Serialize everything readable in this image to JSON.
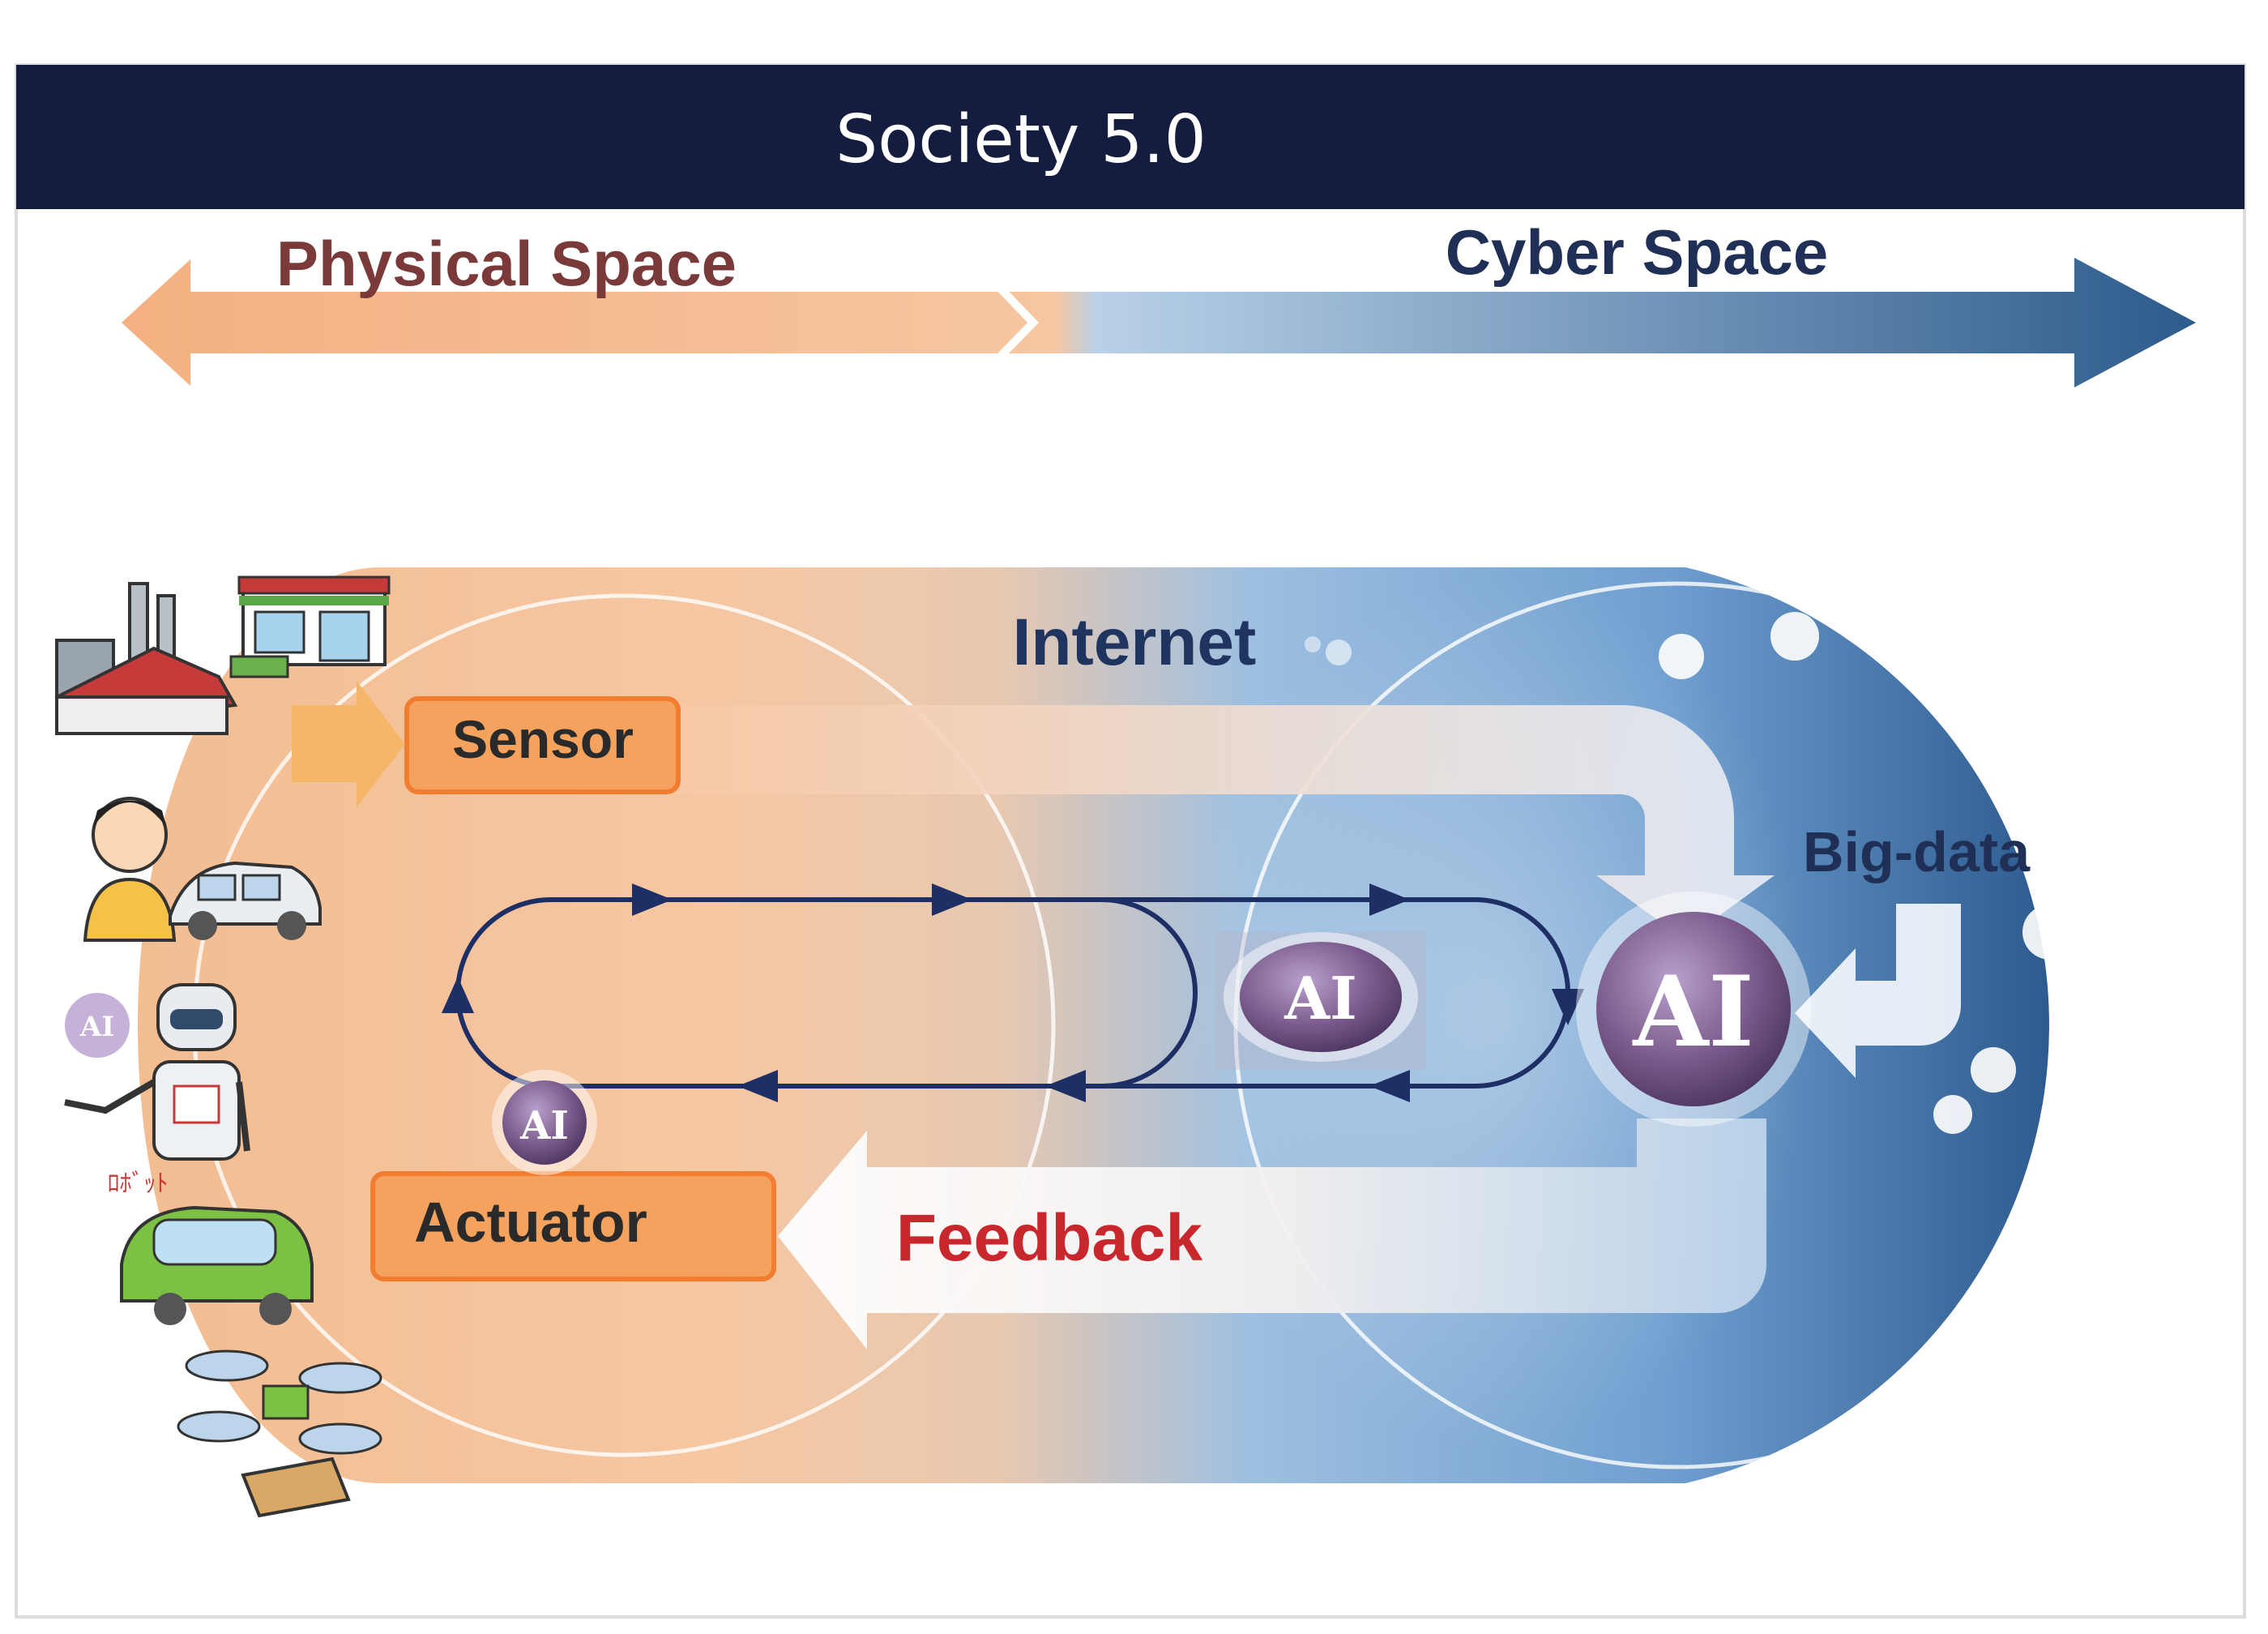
{
  "title": "Society 5.0",
  "physical_space": "Physical Space",
  "cyber_space": "Cyber Space",
  "internet": "Internet",
  "sensor": "Sensor",
  "actuator": "Actuator",
  "feedback": "Feedback",
  "big_data": "Big-data",
  "ai_label": "AI",
  "robot_caption": "ﾛﾎﾞｯﾄ",
  "colors": {
    "header_bg": "#141c40",
    "physical": "#f2b98c",
    "cyber": "#3e78b0",
    "sensor_fill": "#f5a25e",
    "sensor_text": "#2a2a2a",
    "feedback_text": "#c8282d",
    "loop_stroke": "#1e2f66",
    "ai_sphere": "#7a5a8c"
  },
  "icons": [
    "factory-icon",
    "shop-icon",
    "woman-icon",
    "car-icon",
    "robot-icon",
    "autonomous-bus-icon",
    "drone-icon"
  ]
}
